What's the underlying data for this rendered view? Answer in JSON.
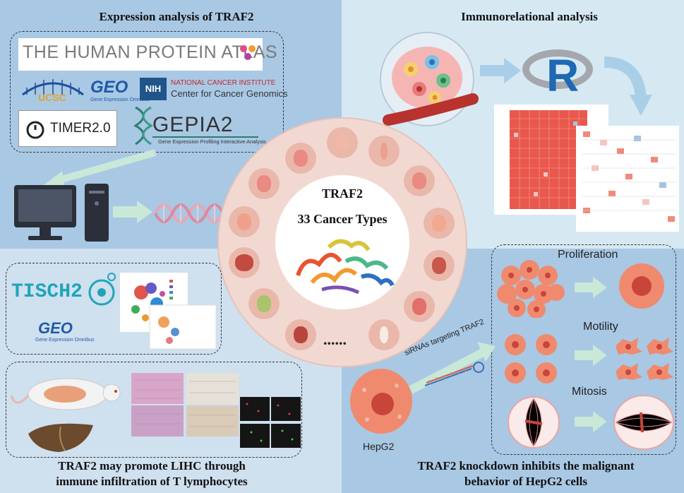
{
  "panels": {
    "expression": {
      "title": "Expression analysis of TRAF2"
    },
    "immuno": {
      "title": "Immunorelational analysis"
    },
    "lihc": {
      "title_line1": "TRAF2 may promote LIHC through",
      "title_line2": "immune infiltration of T lymphocytes"
    },
    "knockdown": {
      "title_line1": "TRAF2 knockdown inhibits the malignant",
      "title_line2": "behavior of HepG2 cells"
    }
  },
  "databases": {
    "hpa": "THE HUMAN PROTEIN ATLAS",
    "ucsc": "UCSC",
    "geo": "GEO",
    "geo_sub": "Gene Expression Omnibus",
    "nci_line1": "NATIONAL CANCER INSTITUTE",
    "nci_line2": "Center for Cancer Genomics",
    "nih": "NIH",
    "timer": "TIMER2.0",
    "gepia": "GEPIA2",
    "gepia_sub": "Gene Expression Profiling Interactive Analysis",
    "tisch": "TISCH2",
    "geo2": "GEO",
    "geo2_sub": "Gene Expression Omnibus"
  },
  "center": {
    "gene": "TRAF2",
    "cancer_types": "33 Cancer Types",
    "ellipsis": "......"
  },
  "immuno": {
    "r_logo": "R"
  },
  "knockdown": {
    "proliferation": "Proliferation",
    "motility": "Motility",
    "mitosis": "Mitosis",
    "sirna": "siRNAs targeting TRAF2",
    "cell_line": "HepG2"
  },
  "colors": {
    "panel_blue": "#a9c8e4",
    "panel_light": "#d6e9f3",
    "disc": "#f1d9d2",
    "organ": "#eab7ab",
    "arrow": "#c9e8d8",
    "cell": "#f08a6e"
  },
  "icons": [
    "computer-icon",
    "dna-icon",
    "tumor-tissue-icon",
    "mouse-icon",
    "liver-icon",
    "protein-structure-icon"
  ]
}
